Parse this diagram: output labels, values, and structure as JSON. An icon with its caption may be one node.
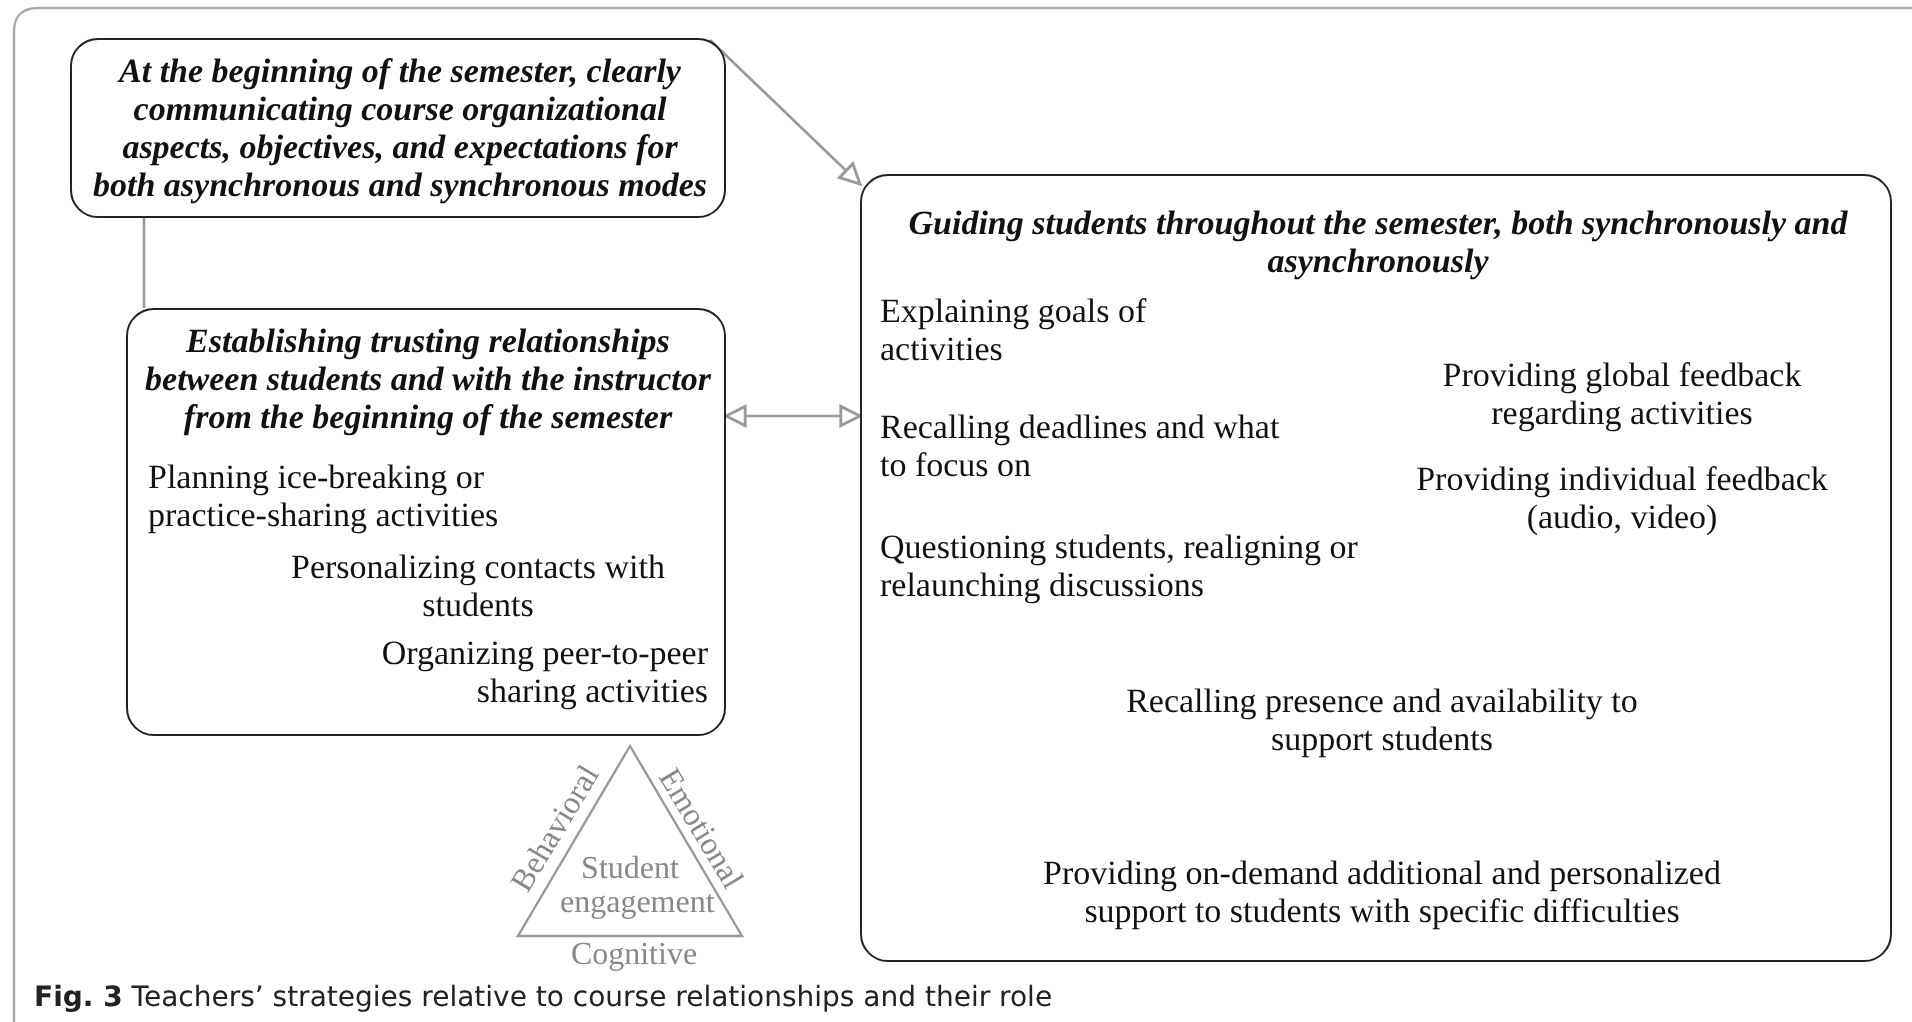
{
  "diagram": {
    "caption": "**Fig. 3** Teachers’ strategies relative to course relationships and their role",
    "nodes": [
      {
        "text": [
          "At the beginning of the semester, clearly communicating course organizational aspects, objectives, and expectations for both asynchronous and synchronous modes"
        ]
      },
      {
        "text": [
          "Establishing trusting relationships between students and with the instructor from the beginning of the semester",
          "Planning ice-breaking or practice-sharing activities",
          "Personalizing contacts with students",
          "Organizing peer-to-peer sharing activities"
        ]
      },
      {
        "text": [
          "Guiding students throughout the semester, both synchronously and asynchronously",
          "Explaining goals of activities",
          "Recalling deadlines and what to focus on",
          "Questioning students, realigning or relaunching discussions",
          "Providing global feedback regarding activities",
          "Providing individual feedback (audio, video)",
          "Recalling presence and availability to support students",
          "Providing on-demand additional and personalized support to students with specific difficulties"
        ]
      },
      {
        "text": [
          "Student engagement"
        ],
        "beside": [
          "Behavioral",
          "Emotional",
          "Cognitive"
        ]
      }
    ],
    "edges": [
      {
        "from": 0,
        "to": 2,
        "arrow": "to"
      },
      {
        "from": 0,
        "to": 1,
        "arrow": "none"
      },
      {
        "from": 1,
        "to": 2,
        "arrow": "both"
      }
    ]
  }
}
